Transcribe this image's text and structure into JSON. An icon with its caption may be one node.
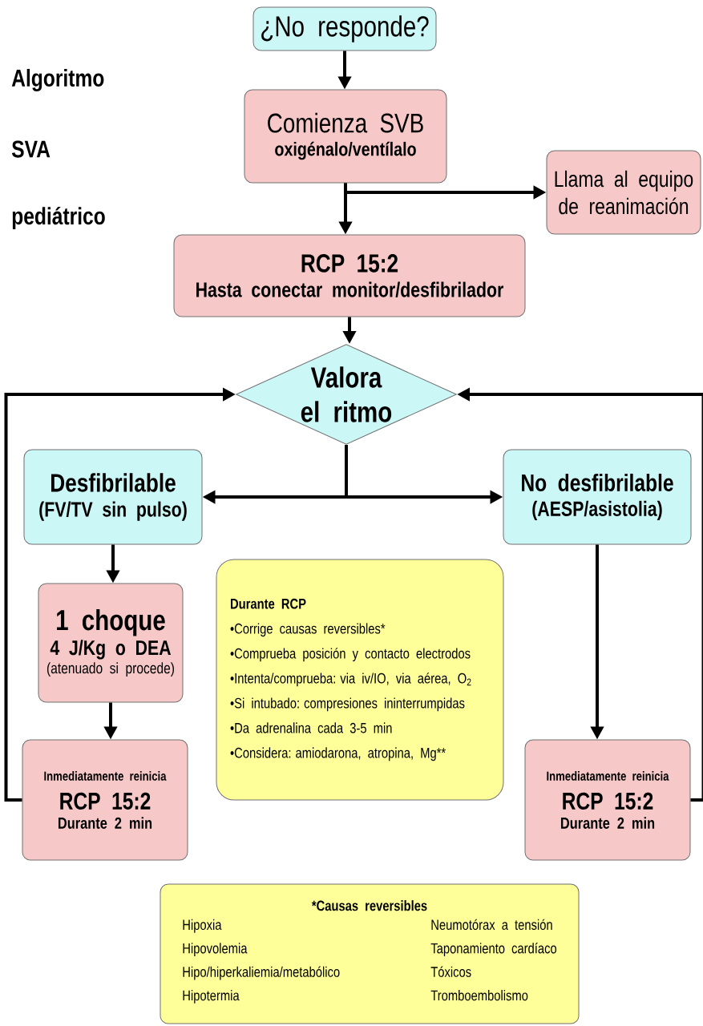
{
  "diagram": {
    "nodes": [
      {
        "text": [
          "¿No responde?"
        ]
      },
      {
        "text": [
          "Comienza SVB",
          "oxigénalo/ventílalo"
        ]
      },
      {
        "text": [
          "Llama al equipo de reanimación"
        ]
      },
      {
        "text": [
          "RCP 15:2",
          "Hasta conectar monitor/desfibrilador"
        ]
      },
      {
        "text": [
          "Valora el ritmo"
        ]
      },
      {
        "text": [
          "Desfibrilable",
          "(FV/TV sin pulso)"
        ]
      },
      {
        "text": [
          "No desfibrilable",
          "(AESP/asistolia)"
        ]
      },
      {
        "text": [
          "1 choque",
          "4 J/Kg o DEA",
          "(atenuado si procede)"
        ]
      },
      {
        "text": [
          "Inmediatamente reinicia",
          "RCP 15:2",
          "Durante 2 min"
        ]
      },
      {
        "text": [
          "Durante RCP",
          "•Corrige causas reversibles*",
          "•Comprueba posición y contacto electrodos",
          "•Intenta/comprueba: via iv/IO, via aérea, O$_{2}$",
          "•Si intubado: compresiones ininterrumpidas",
          "•Da adrenalina cada 3-5 min",
          "•Considera: amiodarona, atropina, Mg**"
        ]
      },
      {
        "text": [
          "Inmediatamente reinicia",
          "RCP 15:2",
          "Durante 2 min"
        ]
      },
      {
        "text": [
          "*Causas reversibles",
          "Hipoxia",
          "Hipovolemia",
          "Hipo/hiperkaliemia/metabólico",
          "Hipotermia",
          "Neumotórax a tensión",
          "Taponamiento cardíaco",
          "Tóxicos",
          "Tromboembolismo"
        ]
      }
    ],
    "edges": [
      {
        "from": 0,
        "to": 1,
        "arrow": "to"
      },
      {
        "from": 1,
        "to": 3,
        "arrow": "to"
      },
      {
        "from": 1,
        "to": 2,
        "arrow": "to"
      },
      {
        "from": 3,
        "to": 4,
        "arrow": "to"
      },
      {
        "from": 4,
        "to": 5,
        "arrow": "to"
      },
      {
        "from": 4,
        "to": 6,
        "arrow": "to"
      },
      {
        "from": 5,
        "to": 7,
        "arrow": "to"
      },
      {
        "from": 7,
        "to": 8,
        "arrow": "to"
      },
      {
        "from": 8,
        "to": 4,
        "arrow": "to"
      },
      {
        "from": 6,
        "to": 10,
        "arrow": "to"
      },
      {
        "from": 10,
        "to": 4,
        "arrow": "to"
      }
    ],
    "labels": [
      "Algoritmo",
      "SVA",
      "pediátrico"
    ]
  }
}
